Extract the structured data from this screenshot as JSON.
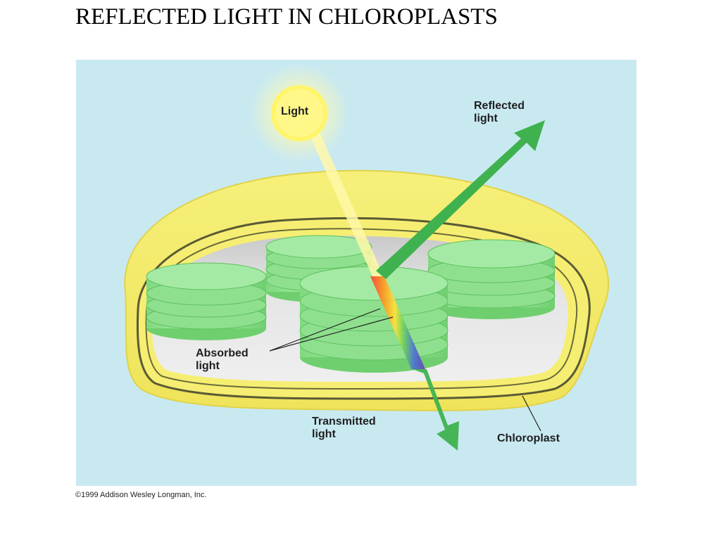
{
  "slide": {
    "title": "REFLECTED LIGHT IN CHLOROPLASTS",
    "copyright": "©1999 Addison Wesley Longman, Inc."
  },
  "diagram": {
    "labels": {
      "light": "Light",
      "reflected": "Reflected\nlight",
      "absorbed": "Absorbed\nlight",
      "transmitted": "Transmitted\nlight",
      "chloroplast": "Chloroplast"
    },
    "colors": {
      "background": "#c9e9f1",
      "envelope": "#f4ec6a",
      "stroma": "#e6e6e6",
      "thylakoid": "#8ee08e",
      "arrow": "#3fb24f",
      "sun": "#fff56a"
    }
  }
}
